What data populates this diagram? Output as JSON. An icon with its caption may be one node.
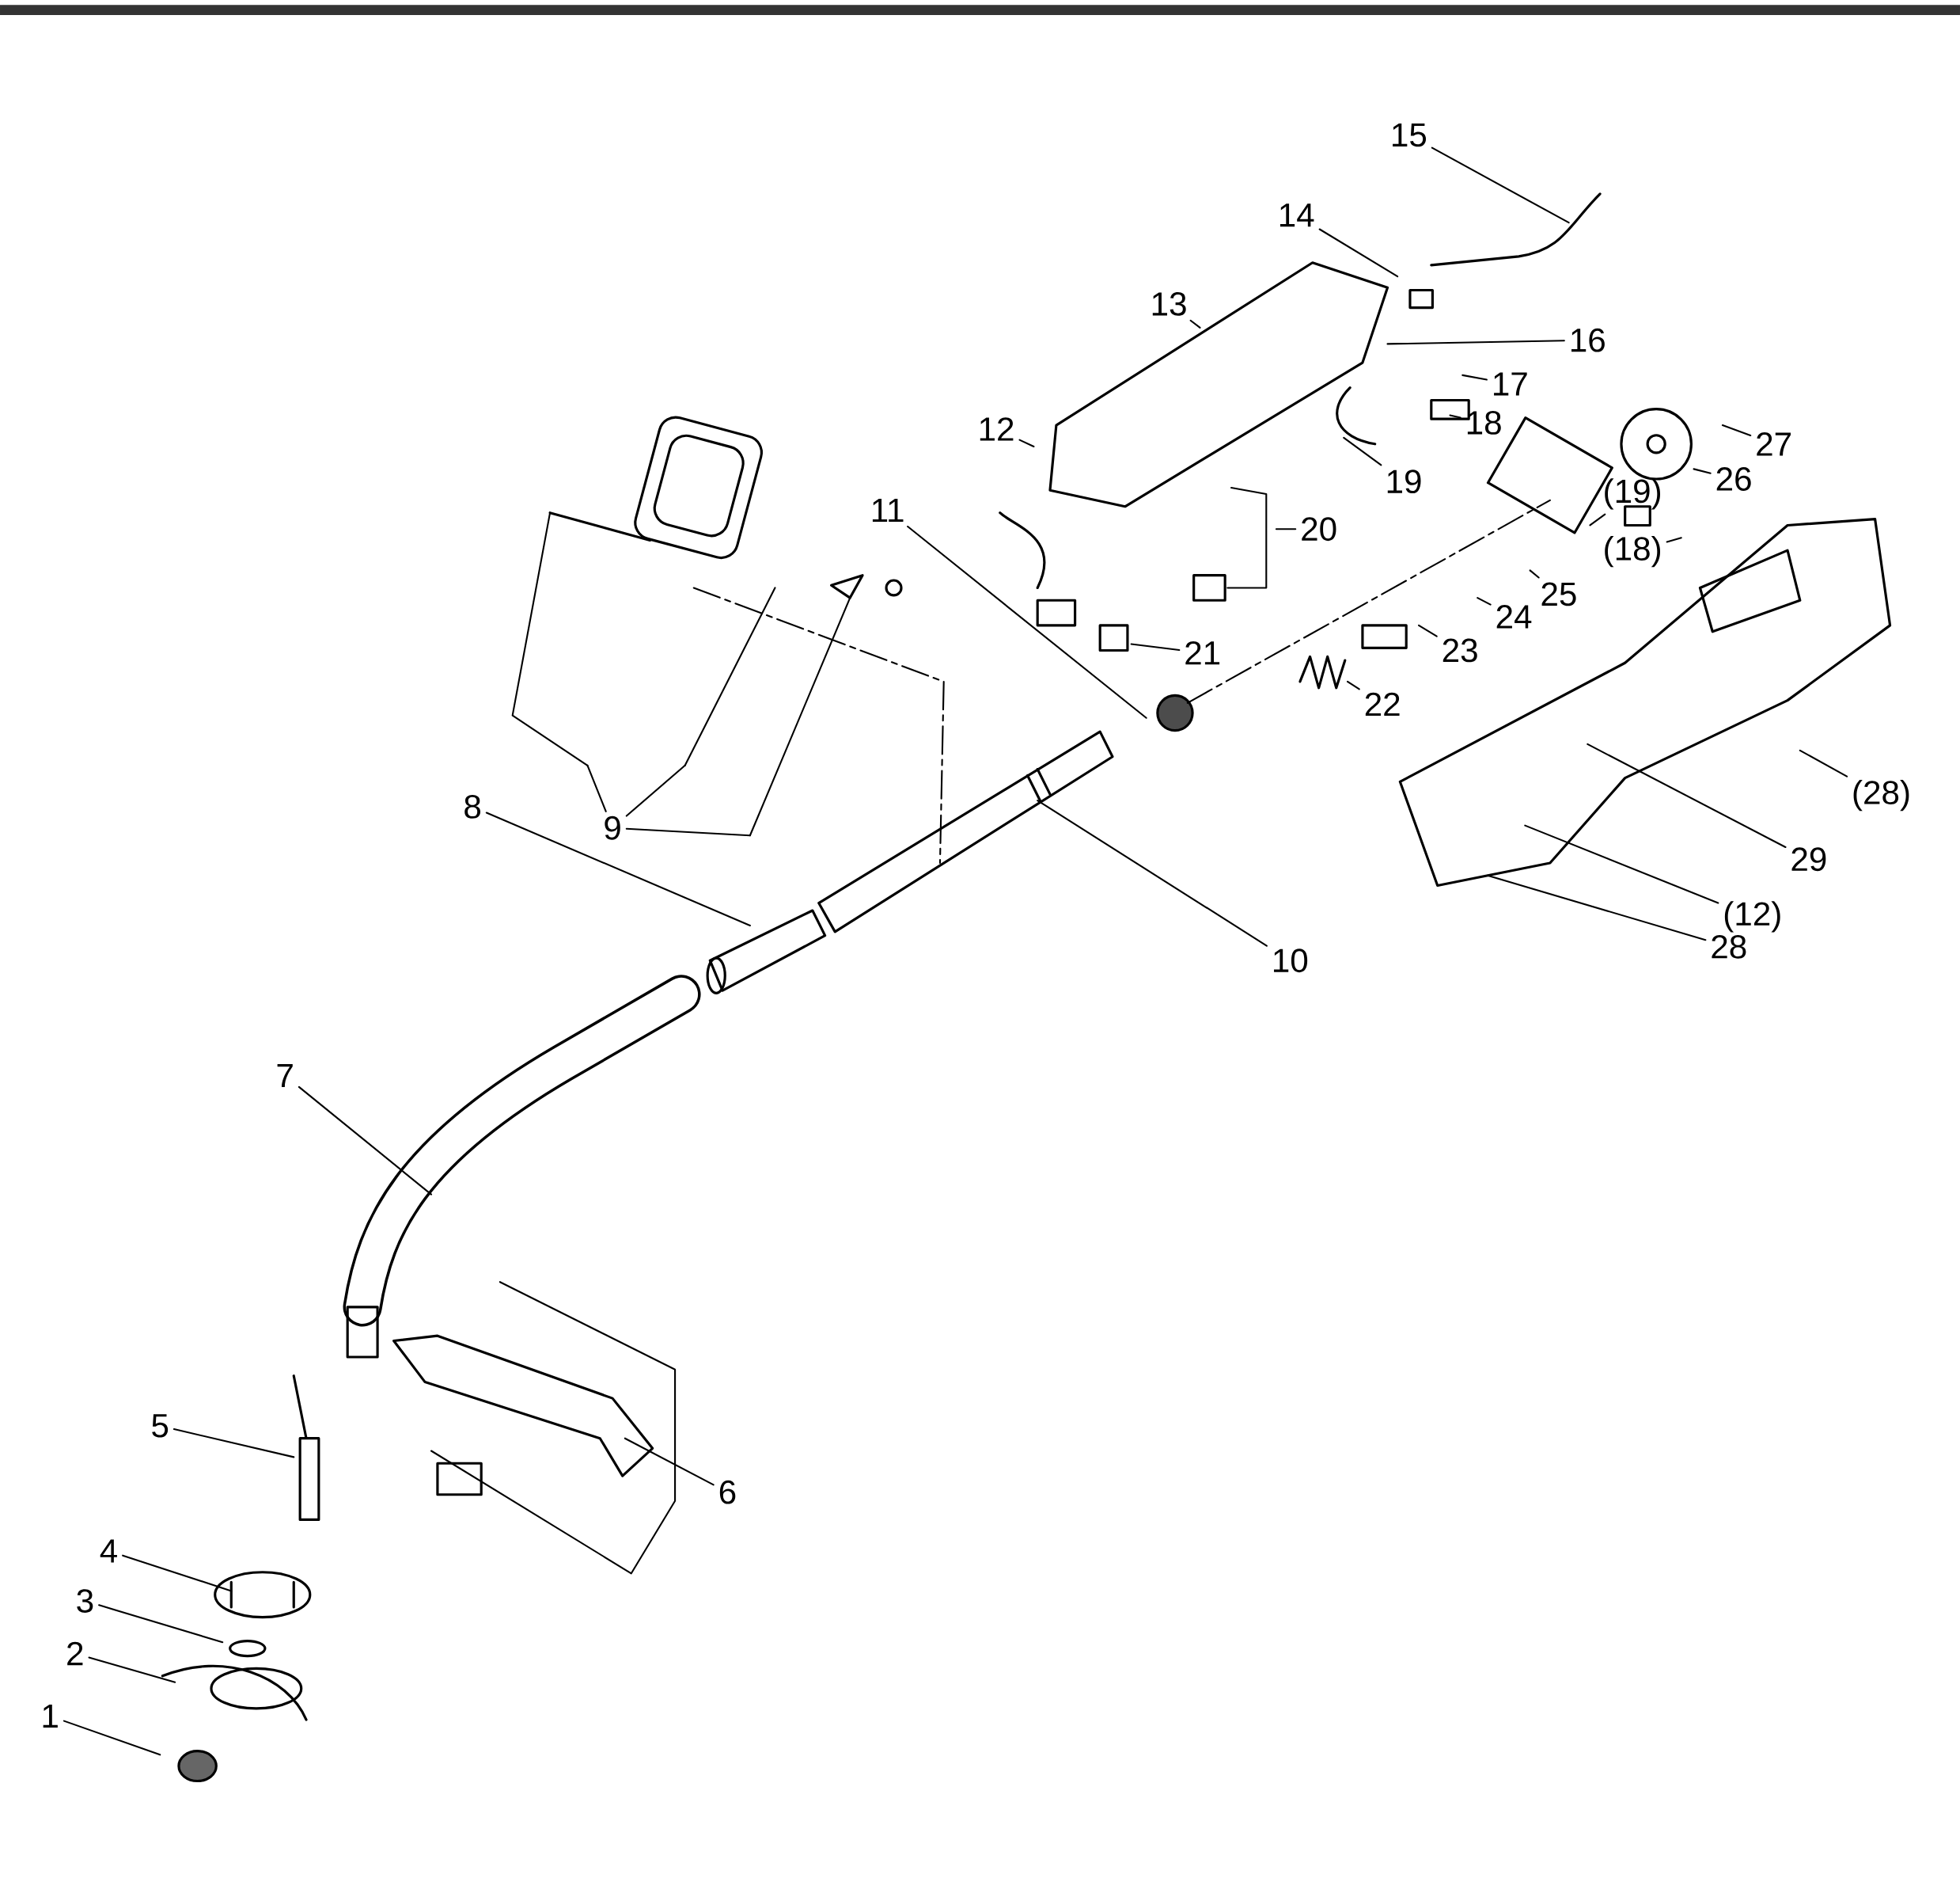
{
  "diagram": {
    "nodes": [
      {
        "text": [
          "1"
        ]
      },
      {
        "text": [
          "2"
        ]
      },
      {
        "text": [
          "3"
        ]
      },
      {
        "text": [
          "4"
        ]
      },
      {
        "text": [
          "5"
        ]
      },
      {
        "text": [
          "6"
        ]
      },
      {
        "text": [
          "7"
        ]
      },
      {
        "text": [
          "8"
        ]
      },
      {
        "text": [
          "9"
        ]
      },
      {
        "text": [
          "10"
        ]
      },
      {
        "text": [
          "11"
        ]
      },
      {
        "text": [
          "12"
        ]
      },
      {
        "text": [
          "13"
        ]
      },
      {
        "text": [
          "14"
        ]
      },
      {
        "text": [
          "15"
        ]
      },
      {
        "text": [
          "16"
        ]
      },
      {
        "text": [
          "17"
        ]
      },
      {
        "text": [
          "18"
        ]
      },
      {
        "text": [
          "19"
        ]
      },
      {
        "text": [
          "20"
        ]
      },
      {
        "text": [
          "21"
        ]
      },
      {
        "text": [
          "22"
        ]
      },
      {
        "text": [
          "23"
        ]
      },
      {
        "text": [
          "24"
        ]
      },
      {
        "text": [
          "25"
        ]
      },
      {
        "text": [
          "26"
        ]
      },
      {
        "text": [
          "27"
        ]
      },
      {
        "text": [
          "(19)"
        ]
      },
      {
        "text": [
          "(18)"
        ]
      },
      {
        "text": [
          "(28)"
        ]
      },
      {
        "text": [
          "29"
        ]
      },
      {
        "text": [
          "(12)"
        ]
      },
      {
        "text": [
          "28"
        ]
      }
    ],
    "edges": [
      {
        "from": 0,
        "to": null,
        "arrow": "none"
      },
      {
        "from": 1,
        "to": null,
        "arrow": "none"
      },
      {
        "from": 2,
        "to": null,
        "arrow": "none"
      },
      {
        "from": 3,
        "to": null,
        "arrow": "none"
      },
      {
        "from": 4,
        "to": null,
        "arrow": "none"
      },
      {
        "from": 5,
        "to": null,
        "arrow": "none"
      },
      {
        "from": 6,
        "to": null,
        "arrow": "none"
      },
      {
        "from": 7,
        "to": null,
        "arrow": "none"
      },
      {
        "from": 8,
        "to": null,
        "arrow": "none"
      },
      {
        "from": 8,
        "to": null,
        "arrow": "none"
      },
      {
        "from": 8,
        "to": null,
        "arrow": "none"
      },
      {
        "from": 9,
        "to": null,
        "arrow": "none"
      },
      {
        "from": 10,
        "to": null,
        "arrow": "none"
      },
      {
        "from": 11,
        "to": null,
        "arrow": "none"
      },
      {
        "from": 12,
        "to": null,
        "arrow": "none"
      },
      {
        "from": 13,
        "to": null,
        "arrow": "none"
      },
      {
        "from": 14,
        "to": null,
        "arrow": "none"
      },
      {
        "from": 15,
        "to": null,
        "arrow": "none"
      },
      {
        "from": 16,
        "to": null,
        "arrow": "none"
      },
      {
        "from": 17,
        "to": null,
        "arrow": "none"
      },
      {
        "from": 18,
        "to": null,
        "arrow": "none"
      },
      {
        "from": 19,
        "to": null,
        "arrow": "none"
      },
      {
        "from": 20,
        "to": null,
        "arrow": "none"
      },
      {
        "from": 21,
        "to": null,
        "arrow": "none"
      },
      {
        "from": 22,
        "to": null,
        "arrow": "none"
      },
      {
        "from": 23,
        "to": null,
        "arrow": "none"
      },
      {
        "from": 24,
        "to": null,
        "arrow": "none"
      },
      {
        "from": 25,
        "to": null,
        "arrow": "none"
      },
      {
        "from": 26,
        "to": null,
        "arrow": "none"
      },
      {
        "from": 27,
        "to": null,
        "arrow": "none"
      },
      {
        "from": 28,
        "to": null,
        "arrow": "none"
      },
      {
        "from": 29,
        "to": null,
        "arrow": "none"
      },
      {
        "from": 30,
        "to": null,
        "arrow": "none"
      },
      {
        "from": 31,
        "to": null,
        "arrow": "none"
      },
      {
        "from": 32,
        "to": null,
        "arrow": "none"
      }
    ]
  }
}
